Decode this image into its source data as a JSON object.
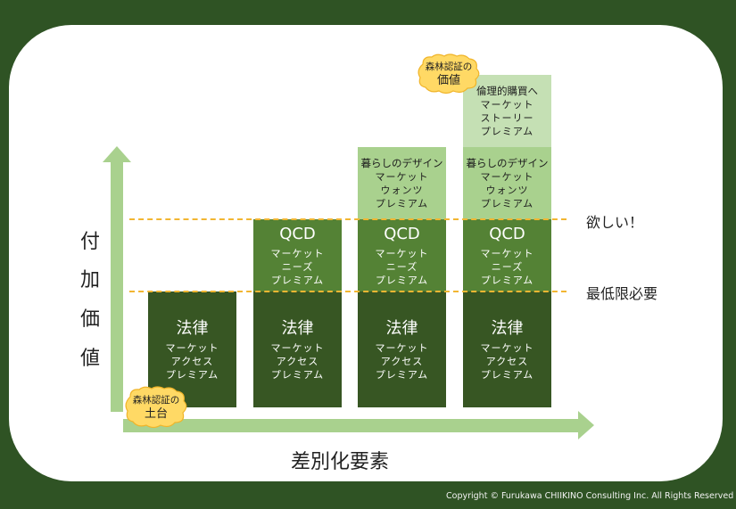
{
  "axes": {
    "y_label_chars": [
      "付",
      "加",
      "価",
      "値"
    ],
    "x_label": "差別化要素"
  },
  "columns": [
    {
      "base": {
        "title": "法律",
        "lines": [
          "マーケット",
          "アクセス",
          "プレミアム"
        ]
      }
    },
    {
      "base": {
        "title": "法律",
        "lines": [
          "マーケット",
          "アクセス",
          "プレミアム"
        ]
      },
      "mid": {
        "title": "QCD",
        "lines": [
          "マーケット",
          "ニーズ",
          "プレミアム"
        ]
      }
    },
    {
      "base": {
        "title": "法律",
        "lines": [
          "マーケット",
          "アクセス",
          "プレミアム"
        ]
      },
      "mid": {
        "title": "QCD",
        "lines": [
          "マーケット",
          "ニーズ",
          "プレミアム"
        ]
      },
      "top": {
        "head": "暮らしのデザイン",
        "lines": [
          "マーケット",
          "ウォンツ",
          "プレミアム"
        ]
      }
    },
    {
      "base": {
        "title": "法律",
        "lines": [
          "マーケット",
          "アクセス",
          "プレミアム"
        ]
      },
      "mid": {
        "title": "QCD",
        "lines": [
          "マーケット",
          "ニーズ",
          "プレミアム"
        ]
      },
      "top": {
        "head": "暮らしのデザイン",
        "lines": [
          "マーケット",
          "ウォンツ",
          "プレミアム"
        ]
      },
      "peak": {
        "head": "倫理的購買へ",
        "lines": [
          "マーケット",
          "ストーリー",
          "プレミアム"
        ]
      }
    }
  ],
  "thresholds": {
    "wanted": "欲しい！",
    "minimum": "最低限必要"
  },
  "badges": {
    "foundation": {
      "line1": "森林認証の",
      "line2": "土台"
    },
    "value": {
      "line1": "森林認証の",
      "line2": "価値"
    }
  },
  "copyright": "Copyright © Furukawa CHIIKINO Consulting  Inc. All Rights Reserved",
  "colors": {
    "frame": "#2f5324",
    "base_block": "#375623",
    "mid_block": "#548235",
    "upper_block": "#a9d18e",
    "peak_block": "#c5e0b4",
    "arrow": "#a9d18e",
    "dashed_line": "#f2b632",
    "badge": "#ffd965"
  }
}
